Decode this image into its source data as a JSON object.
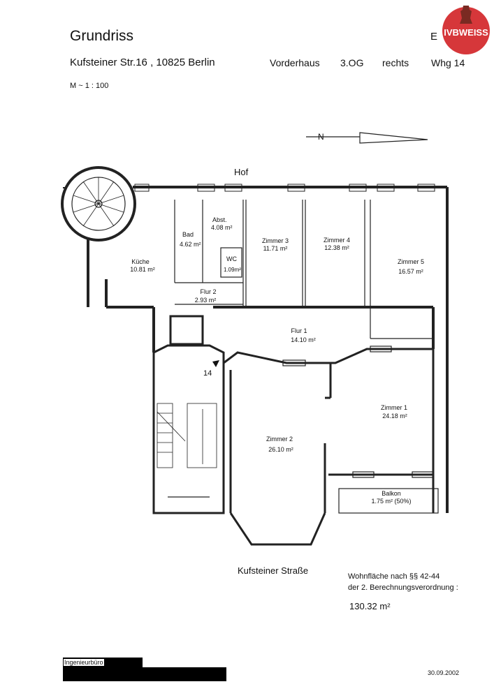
{
  "header": {
    "title": "Grundriss",
    "corner_letter": "E",
    "address": "Kufsteiner Str.16 , 10825 Berlin",
    "building": "Vorderhaus",
    "floor": "3.OG",
    "side": "rechts",
    "unit": "Whg 14",
    "scale": "M ~ 1 : 100"
  },
  "logo": {
    "text": "IVBWEISS",
    "color": "#d6373a"
  },
  "plan": {
    "north_label": "N",
    "courtyard_label": "Hof",
    "apartment_number": "14",
    "rooms": [
      {
        "name": "Küche",
        "area": "10.81 m²"
      },
      {
        "name": "Bad",
        "area": "4.62 m²"
      },
      {
        "name": "Abst.",
        "area": "4.08 m²"
      },
      {
        "name": "WC",
        "area": "1.09m²"
      },
      {
        "name": "Flur 2",
        "area": "2.93 m²"
      },
      {
        "name": "Zimmer 3",
        "area": "11.71 m²"
      },
      {
        "name": "Zimmer 4",
        "area": "12.38 m²"
      },
      {
        "name": "Zimmer 5",
        "area": "16.57 m²"
      },
      {
        "name": "Flur 1",
        "area": "14.10 m²"
      },
      {
        "name": "Zimmer 1",
        "area": "24.18 m²"
      },
      {
        "name": "Zimmer 2",
        "area": "26.10 m²"
      },
      {
        "name": "Balkon",
        "area": "1.75 m² (50%)"
      }
    ]
  },
  "footer": {
    "street": "Kufsteiner Straße",
    "area_label_line1": "Wohnfläche nach §§ 42-44",
    "area_label_line2": "der 2. Berechnungsverordnung :",
    "area_total": "130.32 m²",
    "office_label": "Ingenieurbüro",
    "date": "30.09.2002"
  }
}
